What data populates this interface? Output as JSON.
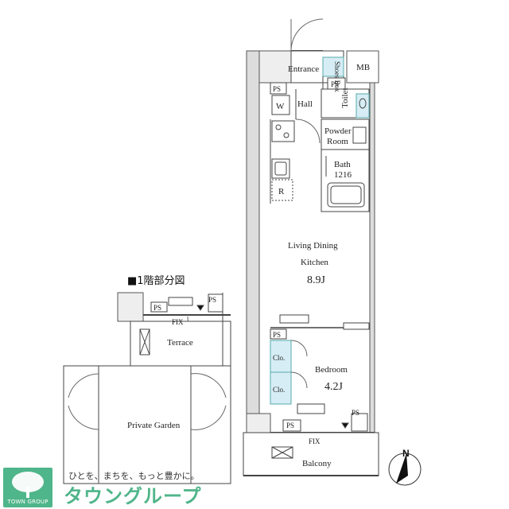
{
  "rooms": {
    "entrance": "Entrance",
    "shoes_box": "Shoes Box",
    "mb": "MB",
    "ps": "PS",
    "w": "W",
    "hall": "Hall",
    "toilet": "Toilet",
    "powder_room_line1": "Powder",
    "powder_room_line2": "Room",
    "bath_line1": "Bath",
    "bath_line2": "1216",
    "refrigerator": "R",
    "ldk_line1": "Living Dining",
    "ldk_line2": "Kitchen",
    "ldk_size": "8.9J",
    "bedroom": "Bedroom",
    "bedroom_size": "4.2J",
    "closet": "Clo.",
    "fix": "FIX",
    "balcony": "Balcony"
  },
  "first_floor": {
    "title": "■1階部分図",
    "terrace": "Terrace",
    "private_garden": "Private Garden",
    "ps": "PS",
    "fix": "FIX"
  },
  "compass": {
    "label": "N"
  },
  "logo": {
    "slogan": "ひとを、まちを、もっと豊かに。",
    "name": "タウングループ",
    "badge_text": "TOWN GROUP"
  }
}
